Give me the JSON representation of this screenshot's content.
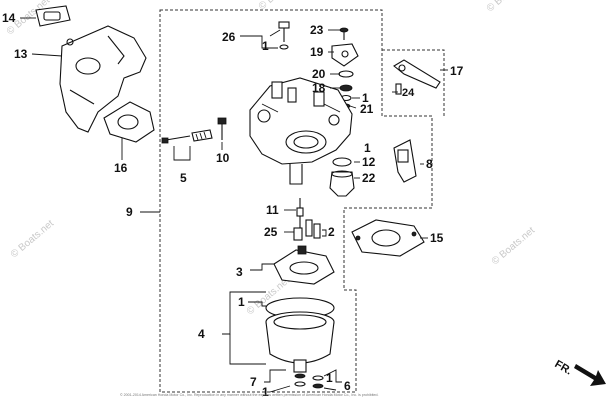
{
  "watermarks": [
    "© Boats.net",
    "© Boats.net",
    "© Boats.net",
    "© Boats.net",
    "© Boats.net",
    "© Boats.net"
  ],
  "direction_label": "FR.",
  "fine_print": "© 2001-2014 American Honda Motor Co., Inc. Reproduction in any manner without the express written permission of American Honda Motor Co., Inc. is prohibited.",
  "part_labels": [
    "14",
    "13",
    "16",
    "5",
    "10",
    "9",
    "26",
    "1",
    "23",
    "19",
    "20",
    "18",
    "1",
    "21",
    "17",
    "24",
    "1",
    "12",
    "22",
    "8",
    "11",
    "25",
    "2",
    "15",
    "3",
    "1",
    "4",
    "7",
    "1",
    "1",
    "6"
  ]
}
